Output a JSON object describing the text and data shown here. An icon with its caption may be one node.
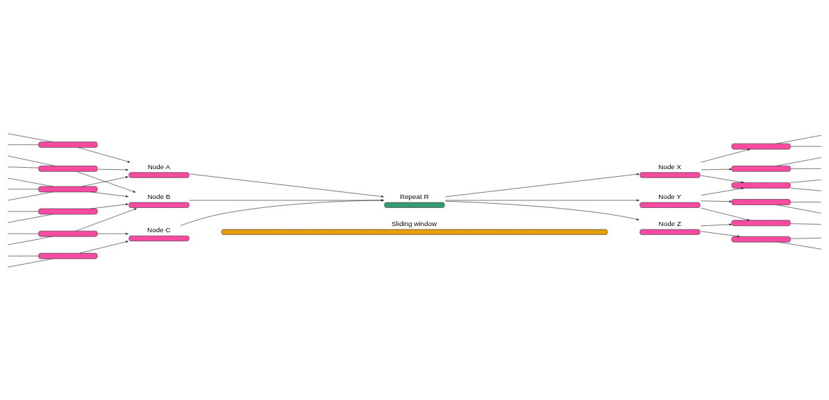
{
  "diagram": {
    "nodes": [
      {
        "text": [
          "Sliding window"
        ]
      },
      {
        "text": [],
        "shape": "bar"
      },
      {
        "text": [],
        "shape": "bar"
      },
      {
        "text": [],
        "shape": "bar"
      },
      {
        "text": [],
        "shape": "bar"
      },
      {
        "text": [],
        "shape": "bar"
      },
      {
        "text": [],
        "shape": "bar"
      },
      {
        "text": [
          "Node A"
        ]
      },
      {
        "text": [
          "Node B"
        ]
      },
      {
        "text": [
          "Node C"
        ]
      },
      {
        "text": [
          "Repeat R"
        ]
      },
      {
        "text": [
          "Node X"
        ]
      },
      {
        "text": [
          "Node Y"
        ]
      },
      {
        "text": [
          "Node Z"
        ]
      },
      {
        "text": [],
        "shape": "bar"
      },
      {
        "text": [],
        "shape": "bar"
      },
      {
        "text": [],
        "shape": "bar"
      },
      {
        "text": [],
        "shape": "bar"
      },
      {
        "text": [],
        "shape": "bar"
      },
      {
        "text": [],
        "shape": "bar"
      }
    ],
    "edges": [
      {
        "from": null,
        "to": 1,
        "arrow": "none"
      },
      {
        "from": null,
        "to": 1,
        "arrow": "none"
      },
      {
        "from": null,
        "to": 2,
        "arrow": "none"
      },
      {
        "from": null,
        "to": 2,
        "arrow": "none"
      },
      {
        "from": null,
        "to": 3,
        "arrow": "none"
      },
      {
        "from": null,
        "to": 3,
        "arrow": "none"
      },
      {
        "from": null,
        "to": 3,
        "arrow": "none"
      },
      {
        "from": null,
        "to": 4,
        "arrow": "none"
      },
      {
        "from": null,
        "to": 4,
        "arrow": "none"
      },
      {
        "from": null,
        "to": 5,
        "arrow": "none"
      },
      {
        "from": null,
        "to": 5,
        "arrow": "none"
      },
      {
        "from": null,
        "to": 6,
        "arrow": "none"
      },
      {
        "from": null,
        "to": 6,
        "arrow": "none"
      },
      {
        "from": 1,
        "to": 7,
        "arrow": "to"
      },
      {
        "from": 2,
        "to": 7,
        "arrow": "to"
      },
      {
        "from": 2,
        "to": 8,
        "arrow": "to"
      },
      {
        "from": 3,
        "to": 7,
        "arrow": "to"
      },
      {
        "from": 3,
        "to": 8,
        "arrow": "to"
      },
      {
        "from": 4,
        "to": 8,
        "arrow": "to"
      },
      {
        "from": 5,
        "to": 8,
        "arrow": "to"
      },
      {
        "from": 5,
        "to": 9,
        "arrow": "to"
      },
      {
        "from": 6,
        "to": 9,
        "arrow": "to"
      },
      {
        "from": 7,
        "to": 10,
        "arrow": "to"
      },
      {
        "from": 8,
        "to": 10,
        "arrow": "to"
      },
      {
        "from": 9,
        "to": 10,
        "arrow": "to"
      },
      {
        "from": 10,
        "to": 11,
        "arrow": "to"
      },
      {
        "from": 10,
        "to": 12,
        "arrow": "to"
      },
      {
        "from": 10,
        "to": 13,
        "arrow": "to"
      },
      {
        "from": 11,
        "to": 14,
        "arrow": "to"
      },
      {
        "from": 11,
        "to": 15,
        "arrow": "to"
      },
      {
        "from": 11,
        "to": 16,
        "arrow": "to"
      },
      {
        "from": 12,
        "to": 16,
        "arrow": "to"
      },
      {
        "from": 12,
        "to": 17,
        "arrow": "to"
      },
      {
        "from": 12,
        "to": 18,
        "arrow": "to"
      },
      {
        "from": 13,
        "to": 18,
        "arrow": "to"
      },
      {
        "from": 13,
        "to": 19,
        "arrow": "to"
      },
      {
        "from": 14,
        "to": null,
        "arrow": "none"
      },
      {
        "from": 14,
        "to": null,
        "arrow": "none"
      },
      {
        "from": 15,
        "to": null,
        "arrow": "none"
      },
      {
        "from": 15,
        "to": null,
        "arrow": "none"
      },
      {
        "from": 16,
        "to": null,
        "arrow": "none"
      },
      {
        "from": 16,
        "to": null,
        "arrow": "none"
      },
      {
        "from": 17,
        "to": null,
        "arrow": "none"
      },
      {
        "from": 17,
        "to": null,
        "arrow": "none"
      },
      {
        "from": 18,
        "to": null,
        "arrow": "none"
      },
      {
        "from": 19,
        "to": null,
        "arrow": "none"
      },
      {
        "from": 19,
        "to": null,
        "arrow": "none"
      }
    ]
  }
}
